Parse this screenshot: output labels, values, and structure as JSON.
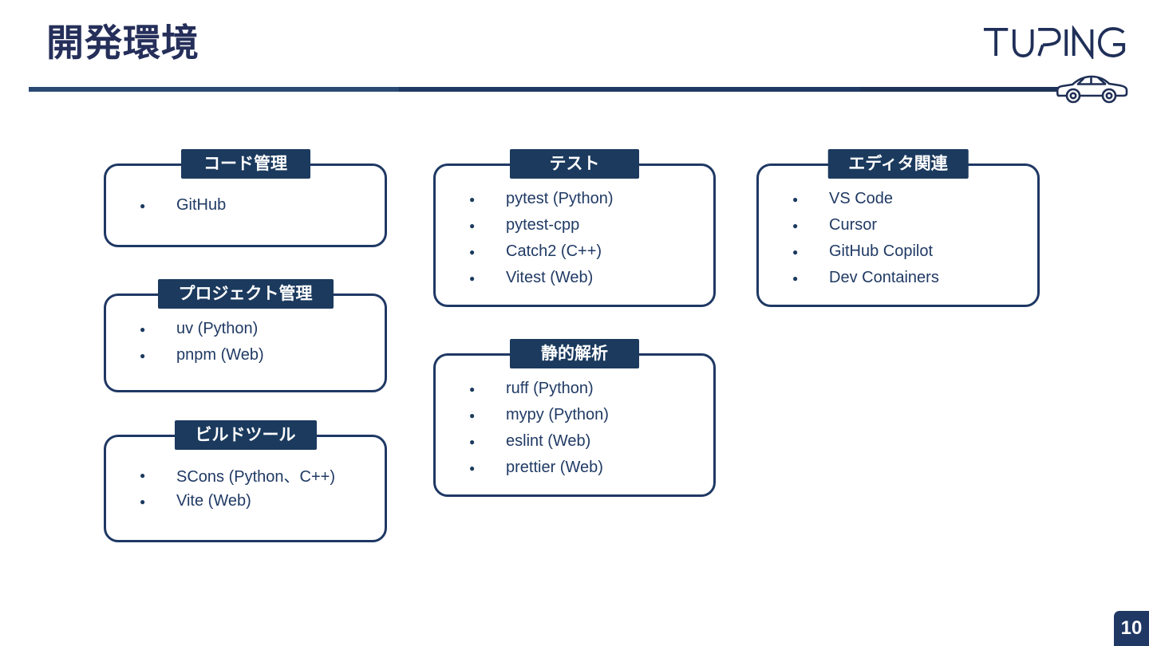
{
  "header": {
    "title": "開発環境",
    "logo_text": "TURING",
    "logo_icon": "car-icon"
  },
  "theme": {
    "navy": "#1f3864",
    "badge_navy": "#1b3a5e",
    "title_navy": "#252f5a",
    "text_navy": "#203a64",
    "background": "#ffffff"
  },
  "groups": [
    {
      "id": "code-management",
      "label": "コード管理",
      "items": [
        "GitHub"
      ]
    },
    {
      "id": "project-management",
      "label": "プロジェクト管理",
      "items": [
        "uv (Python)",
        "pnpm (Web)"
      ]
    },
    {
      "id": "build-tools",
      "label": "ビルドツール",
      "items": [
        "SCons (Python、C++)",
        "Vite (Web)"
      ]
    },
    {
      "id": "test",
      "label": "テスト",
      "items": [
        "pytest (Python)",
        "pytest-cpp",
        "Catch2 (C++)",
        "Vitest (Web)"
      ]
    },
    {
      "id": "static-analysis",
      "label": "静的解析",
      "items": [
        "ruff (Python)",
        "mypy (Python)",
        "eslint (Web)",
        "prettier (Web)"
      ]
    },
    {
      "id": "editor-related",
      "label": "エディタ関連",
      "items": [
        "VS Code",
        "Cursor",
        "GitHub Copilot",
        "Dev Containers"
      ]
    }
  ],
  "page": {
    "number": "10"
  }
}
